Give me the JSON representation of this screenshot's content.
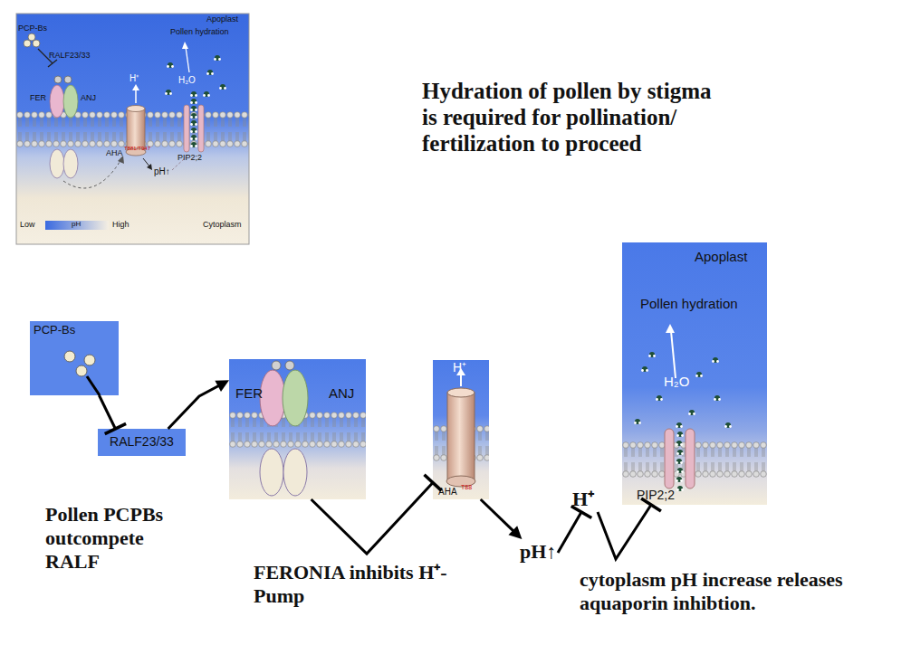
{
  "diagram": {
    "nodes": [
      {
        "text": [
          "PCP-Bs"
        ]
      },
      {
        "text": [
          "RALF23/33"
        ]
      },
      {
        "text": [
          "FER",
          "ANJ"
        ]
      },
      {
        "text": [
          "H⁺",
          "AHA",
          "T88"
        ]
      },
      {
        "text": [
          "pH↑"
        ]
      },
      {
        "text": [
          "H⁺"
        ]
      },
      {
        "text": [
          "Apoplast",
          "Pollen hydration",
          "H₂O",
          "PIP2;2"
        ]
      }
    ],
    "edges": [
      {
        "from": 0,
        "to": 1,
        "arrow": "to"
      },
      {
        "from": 1,
        "to": 2,
        "arrow": "to"
      },
      {
        "from": 2,
        "to": 3,
        "arrow": "to"
      },
      {
        "from": 3,
        "to": 4,
        "arrow": "to"
      },
      {
        "from": 4,
        "to": 5,
        "arrow": "to"
      },
      {
        "from": 5,
        "to": 6,
        "arrow": "to"
      }
    ],
    "labels": [
      "Apoplast",
      "PCP-Bs",
      "RALF23/33",
      "FER",
      "ANJ",
      "H⁺",
      "H₂O",
      "Pollen hydration",
      "AHA",
      "T881/T947",
      "PIP2;2",
      "pH↑",
      "Low",
      "pH",
      "High",
      "Cytoplasm",
      "Hydration of pollen by stigma is required for pollination/ fertilization to proceed",
      "Pollen PCPBs outcompete RALF",
      "FERONIA inhibits H⁺-Pump",
      "cytoplasm pH increase releases aquaporin inhibtion."
    ]
  }
}
